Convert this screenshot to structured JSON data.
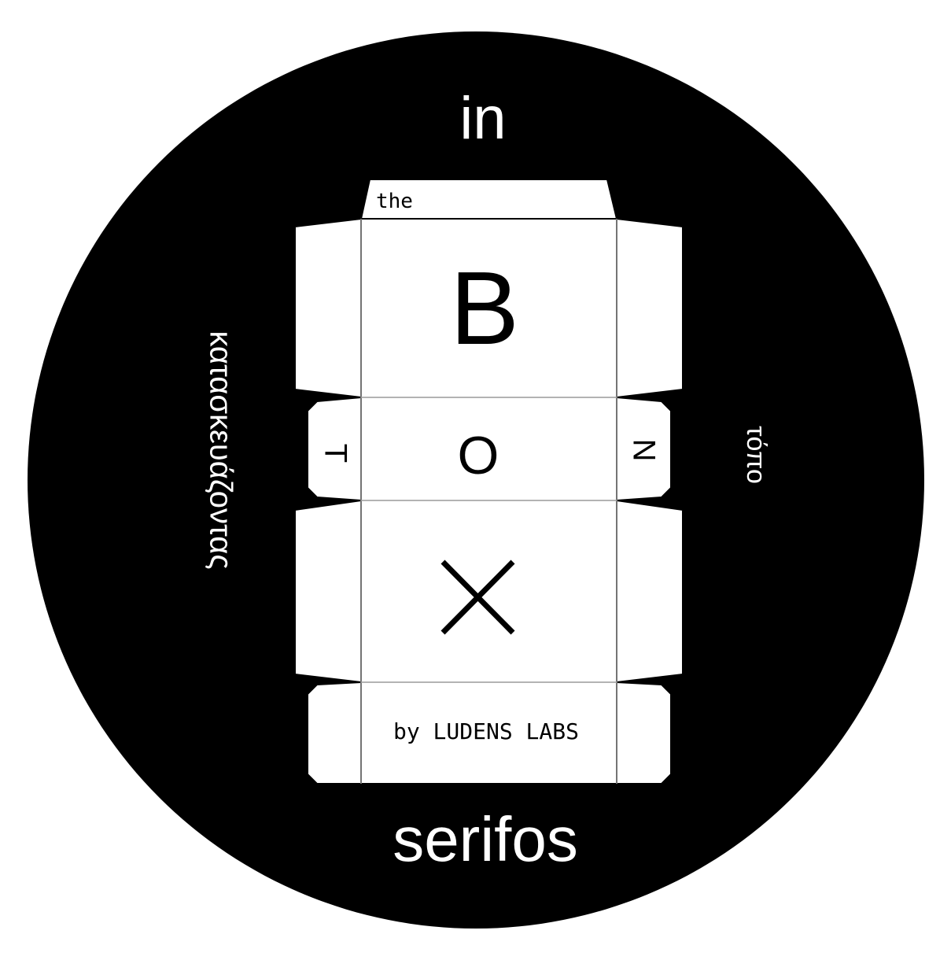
{
  "colors": {
    "background": "#ffffff",
    "disc": "#000000",
    "panel": "#ffffff",
    "panel_stroke": "#000000",
    "fold_line": "#9a9a9a",
    "text_on_dark": "#ffffff",
    "text_on_light": "#000000"
  },
  "labels": {
    "top_word": "in",
    "bottom_word": "serifos",
    "left_vertical": "κατασκευάζοντας",
    "right_vertical": "τόπο",
    "lid_text": "the",
    "letter_b": "B",
    "letter_o": "O",
    "letter_x": "X",
    "side_left": "T",
    "side_right": "N",
    "credit": "by LUDENS LABS"
  }
}
